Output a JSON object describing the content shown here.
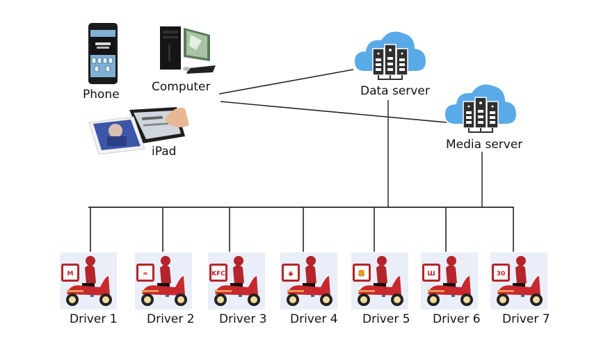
{
  "devices": {
    "phone": {
      "label": "Phone",
      "icon": "smartphone-icon"
    },
    "computer": {
      "label": "Computer",
      "icon": "desktop-computer-icon"
    },
    "ipad": {
      "label": "iPad",
      "icon": "tablet-icon"
    }
  },
  "servers": {
    "data": {
      "label": "Data server",
      "icon": "cloud-server-icon"
    },
    "media": {
      "label": "Media server",
      "icon": "cloud-server-icon"
    }
  },
  "drivers": [
    {
      "label": "Driver 1",
      "brand": "M"
    },
    {
      "label": "Driver 2",
      "brand": "≈"
    },
    {
      "label": "Driver 3",
      "brand": "KFC"
    },
    {
      "label": "Driver 4",
      "brand": "◉"
    },
    {
      "label": "Driver 5",
      "brand": "🍔"
    },
    {
      "label": "Driver 6",
      "brand": "Ш"
    },
    {
      "label": "Driver 7",
      "brand": "30"
    }
  ],
  "colors": {
    "cloud": "#5aaae8",
    "server": "#2f2f2f",
    "line": "#222222",
    "scooter": "#c8282e",
    "tile": "#e9eef8"
  }
}
